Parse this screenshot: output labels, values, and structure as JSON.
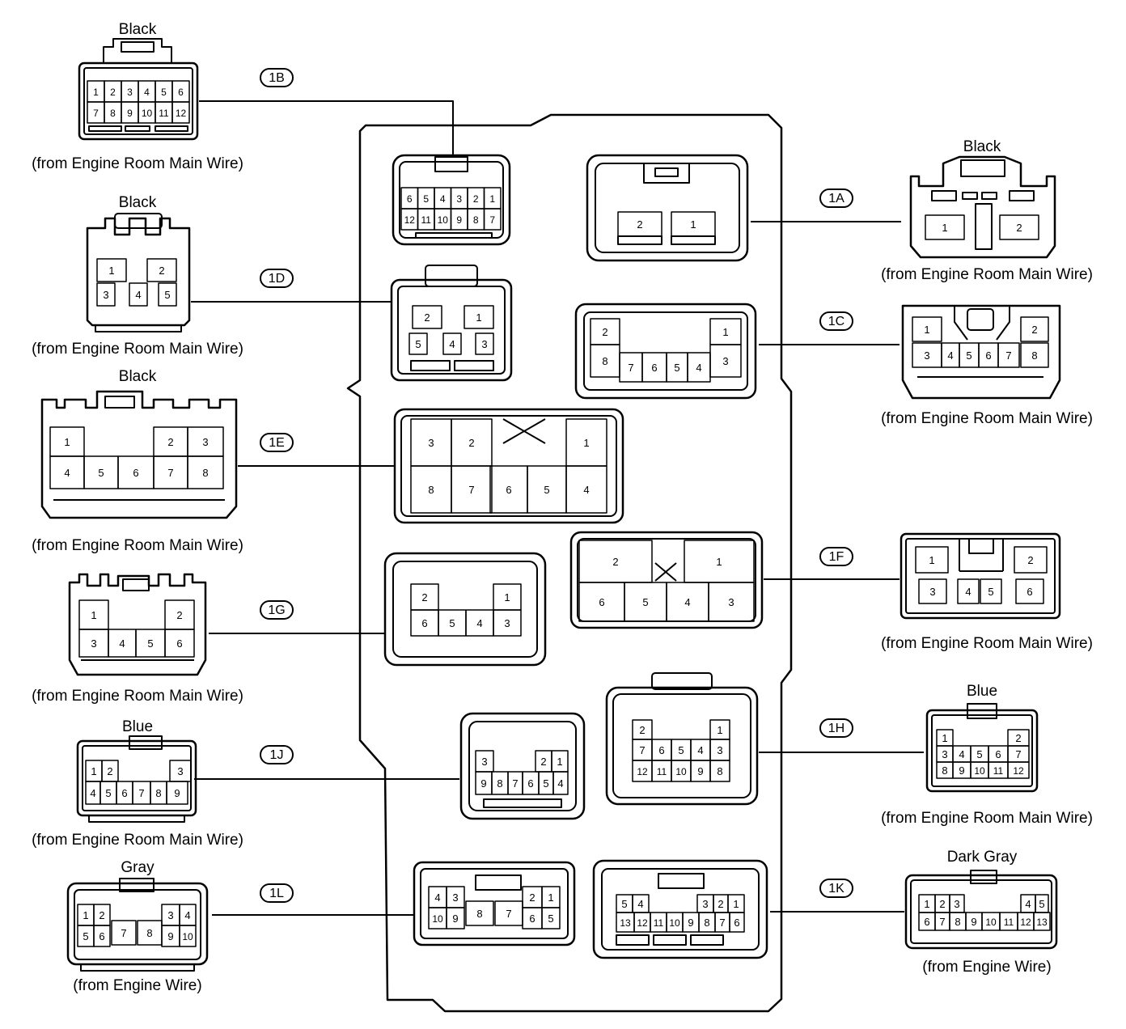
{
  "connectors": {
    "1A": {
      "code": "1A",
      "color": "Black",
      "source": "(from Engine Room Main Wire)"
    },
    "1B": {
      "code": "1B",
      "color": "Black",
      "source": "(from Engine Room Main Wire)"
    },
    "1C": {
      "code": "1C",
      "source": "(from Engine Room Main Wire)"
    },
    "1D": {
      "code": "1D",
      "color": "Black",
      "source": "(from Engine Room Main Wire)"
    },
    "1E": {
      "code": "1E",
      "color": "Black",
      "source": "(from Engine Room Main Wire)"
    },
    "1F": {
      "code": "1F",
      "source": "(from Engine Room Main Wire)"
    },
    "1G": {
      "code": "1G",
      "source": "(from Engine Room Main Wire)"
    },
    "1H": {
      "code": "1H",
      "color": "Blue",
      "source": "(from Engine Room Main Wire)"
    },
    "1J": {
      "code": "1J",
      "color": "Blue",
      "source": "(from Engine Room Main Wire)"
    },
    "1K": {
      "code": "1K",
      "color": "Dark Gray",
      "source": "(from Engine Wire)"
    },
    "1L": {
      "code": "1L",
      "color": "Gray",
      "source": "(from Engine Wire)"
    }
  },
  "pins": {
    "ext1B": [
      "1",
      "2",
      "3",
      "4",
      "5",
      "6",
      "7",
      "8",
      "9",
      "10",
      "11",
      "12"
    ],
    "box1B": [
      "6",
      "5",
      "4",
      "3",
      "2",
      "1",
      "12",
      "11",
      "10",
      "9",
      "8",
      "7"
    ],
    "ext1D": [
      "1",
      "2",
      "3",
      "4",
      "5"
    ],
    "box1D": [
      "2",
      "1",
      "5",
      "4",
      "3"
    ],
    "ext1E": [
      "1",
      "2",
      "3",
      "4",
      "5",
      "6",
      "7",
      "8"
    ],
    "box1E": [
      "3",
      "2",
      "1",
      "8",
      "7",
      "6",
      "5",
      "4"
    ],
    "ext1G": [
      "1",
      "2",
      "3",
      "4",
      "5",
      "6"
    ],
    "box1G": [
      "2",
      "1",
      "6",
      "5",
      "4",
      "3"
    ],
    "ext1J": [
      "1",
      "2",
      "3",
      "4",
      "5",
      "6",
      "7",
      "8",
      "9"
    ],
    "box1J": [
      "3",
      "2",
      "1",
      "9",
      "8",
      "7",
      "6",
      "5",
      "4"
    ],
    "ext1L": [
      "1",
      "2",
      "3",
      "4",
      "5",
      "6",
      "7",
      "8",
      "9",
      "10"
    ],
    "box1L": [
      "4",
      "3",
      "2",
      "1",
      "10",
      "9",
      "8",
      "7",
      "6",
      "5"
    ],
    "ext1A": [
      "1",
      "2"
    ],
    "box1A": [
      "2",
      "1"
    ],
    "ext1C": [
      "1",
      "2",
      "3",
      "4",
      "5",
      "6",
      "7",
      "8"
    ],
    "box1C": [
      "2",
      "1",
      "8",
      "7",
      "6",
      "5",
      "4",
      "3"
    ],
    "ext1F": [
      "1",
      "2",
      "3",
      "4",
      "5",
      "6"
    ],
    "box1F": [
      "2",
      "1",
      "6",
      "5",
      "4",
      "3"
    ],
    "ext1H": [
      "1",
      "2",
      "3",
      "4",
      "5",
      "6",
      "7",
      "8",
      "9",
      "10",
      "11",
      "12"
    ],
    "box1H": [
      "2",
      "1",
      "7",
      "6",
      "5",
      "4",
      "3",
      "12",
      "11",
      "10",
      "9",
      "8"
    ],
    "ext1K": [
      "1",
      "2",
      "3",
      "4",
      "5",
      "6",
      "7",
      "8",
      "9",
      "10",
      "11",
      "12",
      "13"
    ],
    "box1K": [
      "5",
      "4",
      "3",
      "2",
      "1",
      "13",
      "12",
      "11",
      "10",
      "9",
      "8",
      "7",
      "6"
    ]
  }
}
